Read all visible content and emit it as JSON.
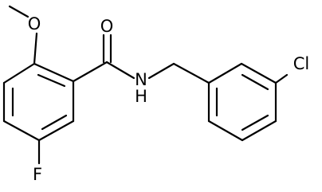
{
  "molecule": {
    "atoms": {
      "o_methoxy": "O",
      "o_carbonyl": "O",
      "n_amide": "N",
      "h_amide": "H",
      "fluorine": "F",
      "chlorine": "Cl"
    }
  },
  "colors": {
    "bonds": "#000000",
    "labels": "#000000",
    "background": "#ffffff"
  }
}
